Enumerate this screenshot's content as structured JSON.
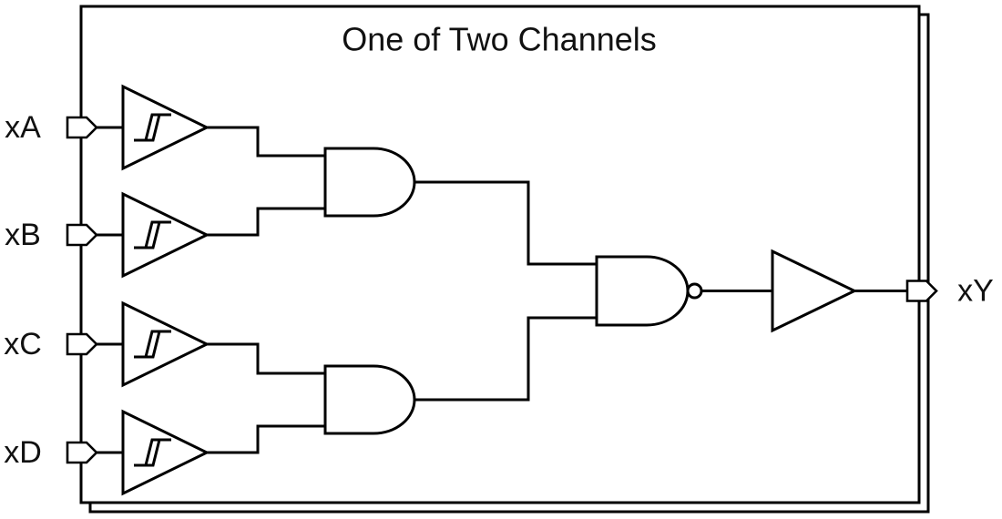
{
  "diagram": {
    "title": "One of Two Channels",
    "inputs": [
      {
        "label": "xA"
      },
      {
        "label": "xB"
      },
      {
        "label": "xC"
      },
      {
        "label": "xD"
      }
    ],
    "output": {
      "label": "xY"
    },
    "components": [
      {
        "type": "schmitt-trigger-buffer",
        "count": 4
      },
      {
        "type": "and-gate",
        "count": 2
      },
      {
        "type": "nand-gate",
        "count": 1
      },
      {
        "type": "output-buffer",
        "count": 1
      }
    ],
    "colors": {
      "stroke": "#000000",
      "background": "#ffffff"
    }
  }
}
